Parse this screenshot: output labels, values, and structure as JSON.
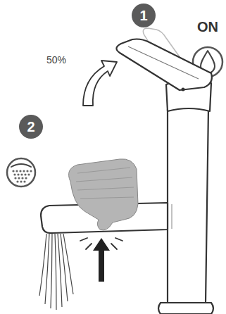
{
  "diagram": {
    "nodes": [
      {
        "text": [
          "1"
        ]
      },
      {
        "text": [
          "2"
        ]
      }
    ],
    "labels": [
      "ON",
      "50%"
    ]
  }
}
